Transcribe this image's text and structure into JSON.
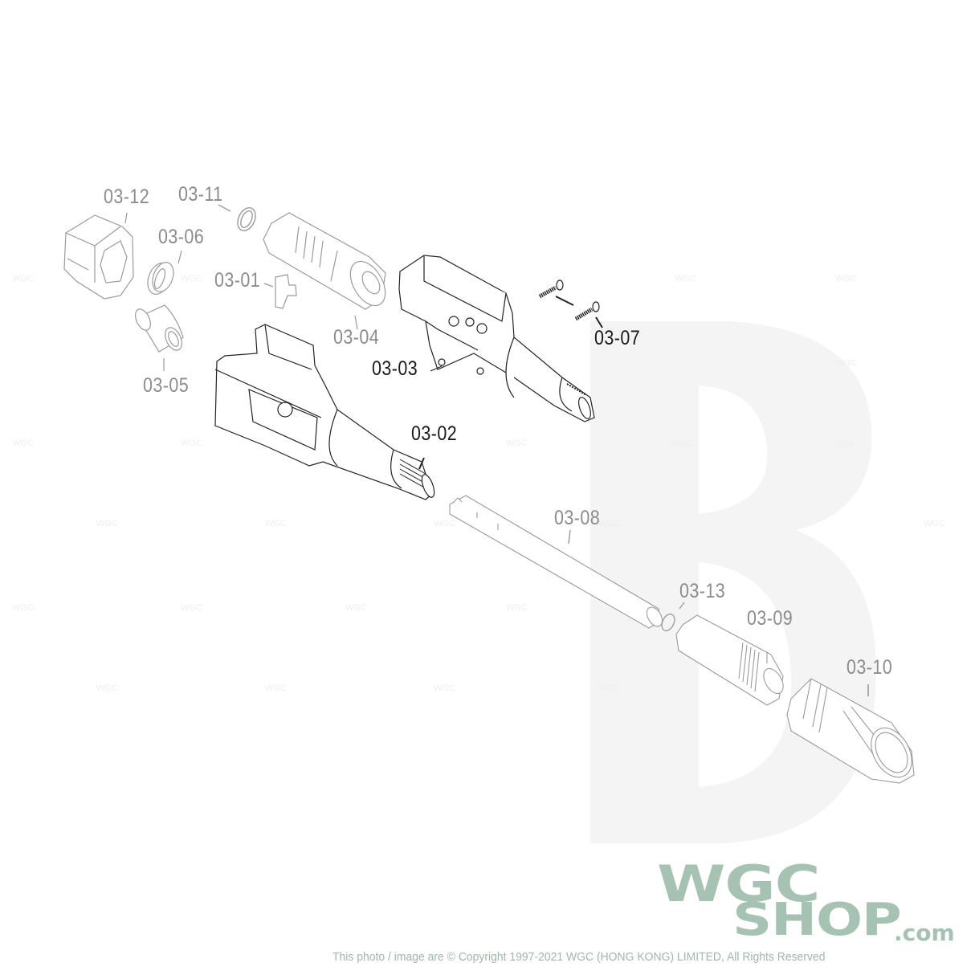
{
  "diagram": {
    "type": "exploded-parts-diagram",
    "parts": [
      {
        "id": "03-01",
        "label": "03-01",
        "style": "grey"
      },
      {
        "id": "03-02",
        "label": "03-02",
        "style": "black"
      },
      {
        "id": "03-03",
        "label": "03-03",
        "style": "black"
      },
      {
        "id": "03-04",
        "label": "03-04",
        "style": "grey"
      },
      {
        "id": "03-05",
        "label": "03-05",
        "style": "grey"
      },
      {
        "id": "03-06",
        "label": "03-06",
        "style": "grey"
      },
      {
        "id": "03-07",
        "label": "03-07",
        "style": "black"
      },
      {
        "id": "03-08",
        "label": "03-08",
        "style": "grey"
      },
      {
        "id": "03-09",
        "label": "03-09",
        "style": "grey"
      },
      {
        "id": "03-10",
        "label": "03-10",
        "style": "grey"
      },
      {
        "id": "03-11",
        "label": "03-11",
        "style": "grey"
      },
      {
        "id": "03-12",
        "label": "03-12",
        "style": "grey"
      },
      {
        "id": "03-13",
        "label": "03-13",
        "style": "grey"
      }
    ],
    "labels": {
      "p0301": "03-01",
      "p0302": "03-02",
      "p0303": "03-03",
      "p0304": "03-04",
      "p0305": "03-05",
      "p0306": "03-06",
      "p0307": "03-07",
      "p0308": "03-08",
      "p0309": "03-09",
      "p0310": "03-10",
      "p0311": "03-11",
      "p0312": "03-12",
      "p0313": "03-13"
    }
  },
  "branding": {
    "logo_line1": "WGC",
    "logo_line2": "SHOP",
    "logo_suffix": ".com",
    "copyright": "This photo / image are © Copyright 1997-2021 WGC (HONG KONG) LIMITED, All Rights Reserved",
    "brand_color": "#a6c2b2"
  }
}
